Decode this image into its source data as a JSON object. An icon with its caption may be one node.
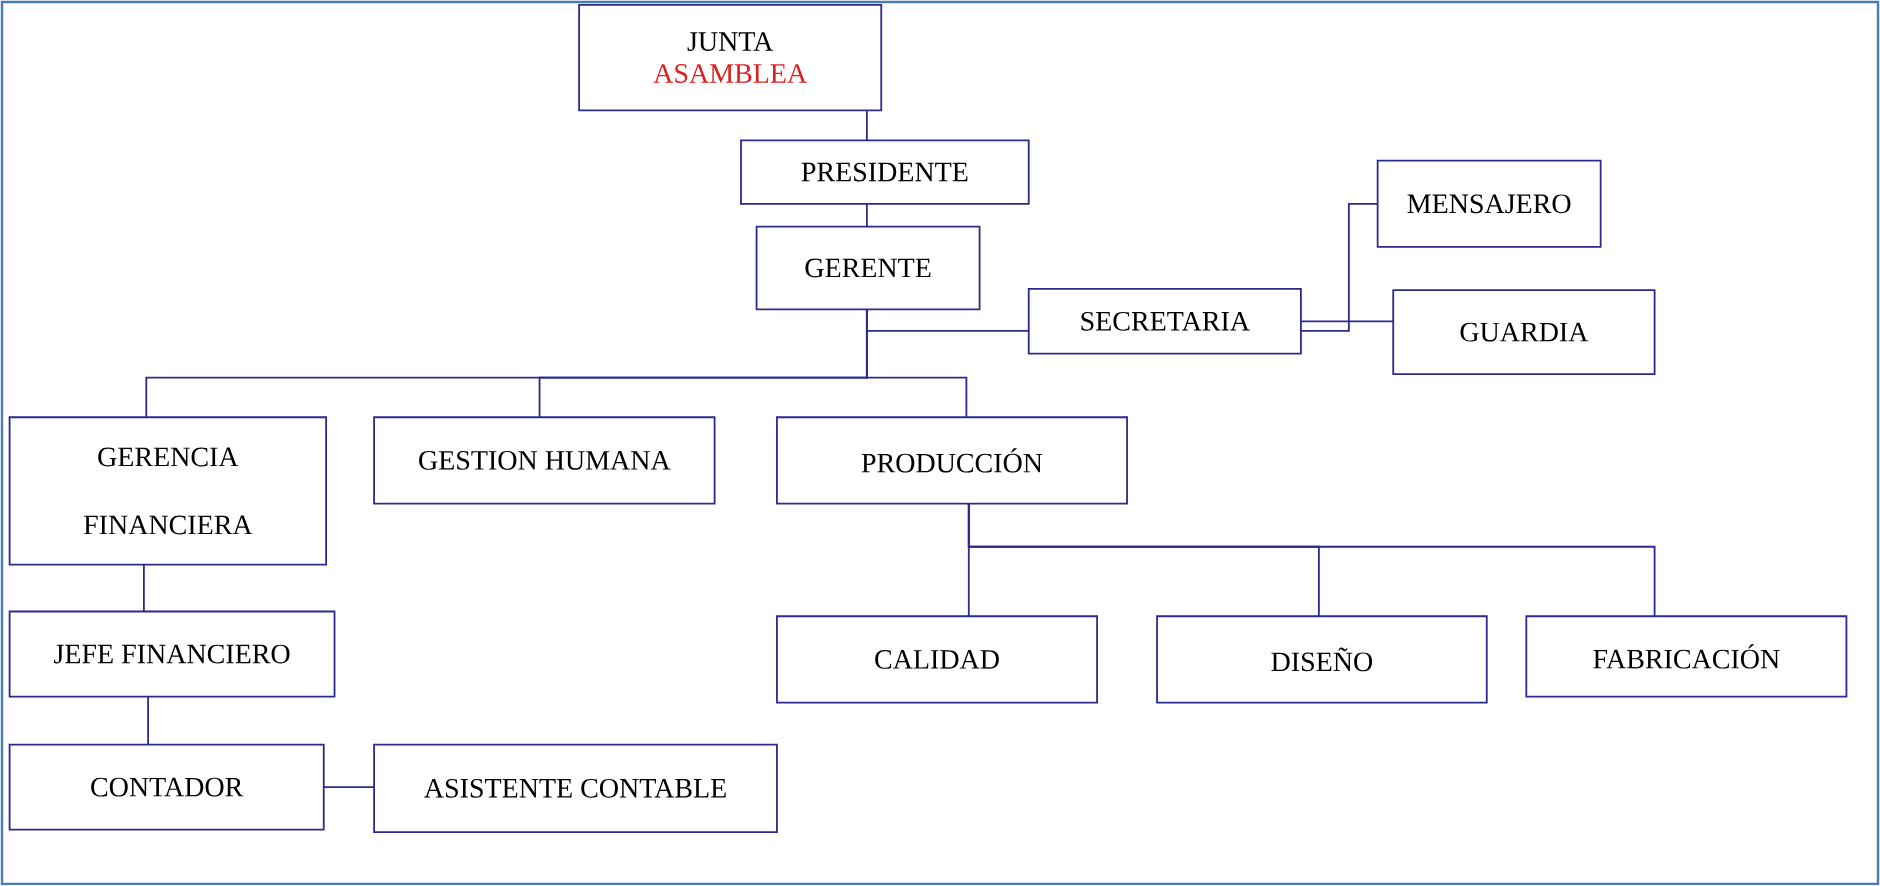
{
  "diagram": {
    "nodes": [
      {
        "text": [
          "JUNTA",
          "ASAMBLEA"
        ]
      },
      {
        "text": [
          "PRESIDENTE"
        ]
      },
      {
        "text": [
          "GERENTE"
        ]
      },
      {
        "text": [
          "SECRETARIA"
        ]
      },
      {
        "text": [
          "MENSAJERO"
        ]
      },
      {
        "text": [
          "GUARDIA"
        ]
      },
      {
        "text": [
          "GERENCIA FINANCIERA"
        ]
      },
      {
        "text": [
          "GESTION HUMANA"
        ]
      },
      {
        "text": [
          "PRODUCCIÓN"
        ]
      },
      {
        "text": [
          "JEFE FINANCIERO"
        ]
      },
      {
        "text": [
          "CONTADOR"
        ]
      },
      {
        "text": [
          "ASISTENTE CONTABLE"
        ]
      },
      {
        "text": [
          "CALIDAD"
        ]
      },
      {
        "text": [
          "DISEÑO"
        ]
      },
      {
        "text": [
          "FABRICACIÓN"
        ]
      }
    ],
    "edges": [
      {
        "from": 0,
        "to": 1,
        "arrow": "none"
      },
      {
        "from": 1,
        "to": 2,
        "arrow": "none"
      },
      {
        "from": 2,
        "to": 3,
        "arrow": "none"
      },
      {
        "from": 3,
        "to": 4,
        "arrow": "none"
      },
      {
        "from": 3,
        "to": 5,
        "arrow": "none"
      },
      {
        "from": 2,
        "to": 6,
        "arrow": "none"
      },
      {
        "from": 2,
        "to": 7,
        "arrow": "none"
      },
      {
        "from": 2,
        "to": 8,
        "arrow": "none"
      },
      {
        "from": 6,
        "to": 9,
        "arrow": "none"
      },
      {
        "from": 9,
        "to": 10,
        "arrow": "none"
      },
      {
        "from": 10,
        "to": 11,
        "arrow": "none"
      },
      {
        "from": 8,
        "to": 12,
        "arrow": "none"
      },
      {
        "from": 8,
        "to": 13,
        "arrow": "none"
      },
      {
        "from": 8,
        "to": 14,
        "arrow": "none"
      }
    ]
  }
}
